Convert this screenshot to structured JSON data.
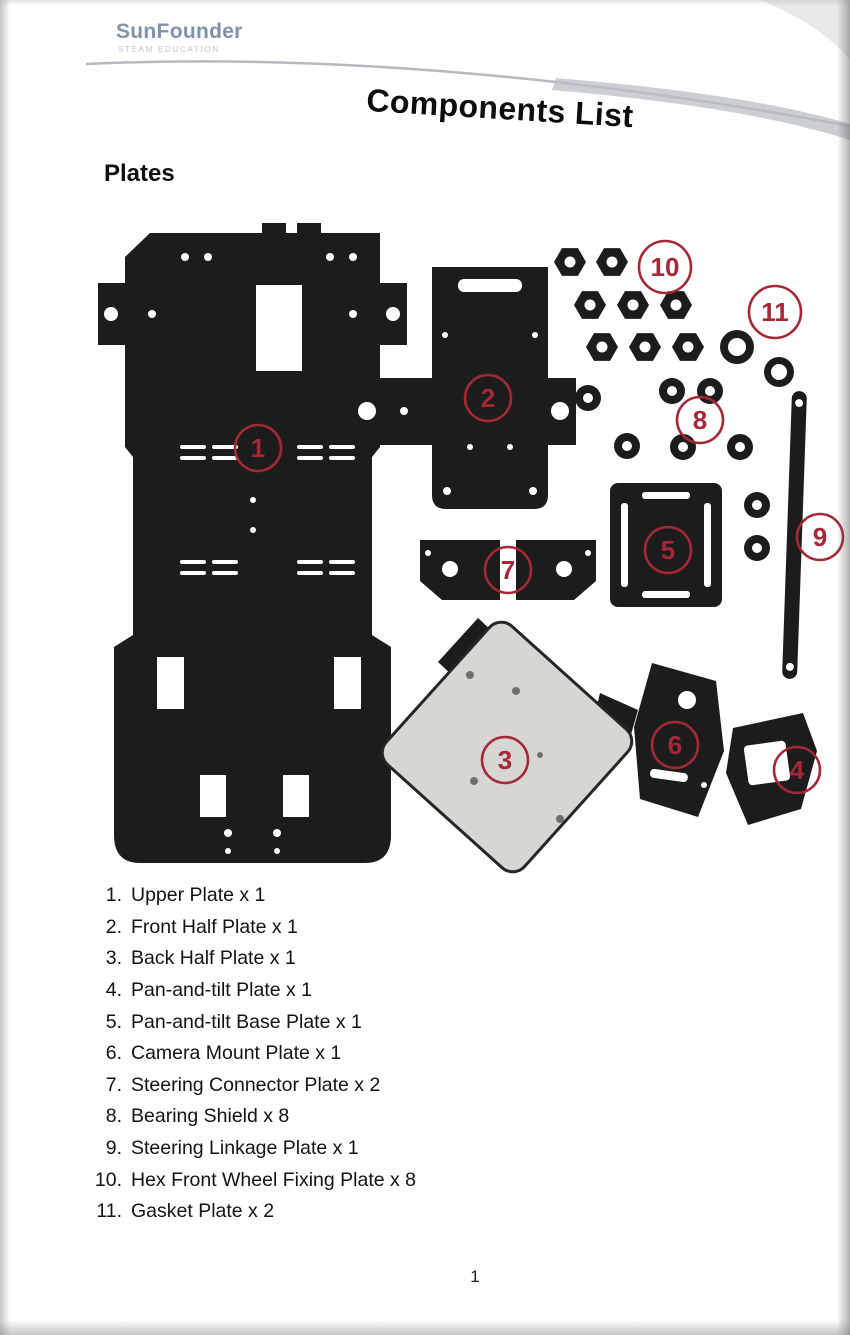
{
  "page": {
    "brand": {
      "name": "SunFounder",
      "tagline": "STEAM EDUCATION"
    },
    "title": "Components List",
    "section_heading": "Plates",
    "page_number": "1"
  },
  "callouts": [
    "1",
    "2",
    "3",
    "4",
    "5",
    "6",
    "7",
    "8",
    "9",
    "10",
    "11"
  ],
  "parts_list": {
    "items": [
      {
        "num": "1.",
        "label": "Upper Plate x 1"
      },
      {
        "num": "2.",
        "label": "Front Half Plate x 1"
      },
      {
        "num": "3.",
        "label": "Back Half Plate x 1"
      },
      {
        "num": "4.",
        "label": "Pan-and-tilt Plate x 1"
      },
      {
        "num": "5.",
        "label": "Pan-and-tilt Base Plate x 1"
      },
      {
        "num": "6.",
        "label": "Camera Mount Plate x 1"
      },
      {
        "num": "7.",
        "label": "Steering Connector Plate x 2"
      },
      {
        "num": "8.",
        "label": "Bearing Shield x 8"
      },
      {
        "num": "9.",
        "label": "Steering Linkage Plate x 1"
      },
      {
        "num": "10.",
        "label": "Hex Front Wheel Fixing Plate x 8"
      },
      {
        "num": "11.",
        "label": "Gasket Plate x 2"
      }
    ]
  },
  "colors": {
    "callout_red": "#a42837",
    "plate_black": "#1c1c1c",
    "plate_gray": "#d7d6d3",
    "brand_blue": "#8093a9"
  }
}
